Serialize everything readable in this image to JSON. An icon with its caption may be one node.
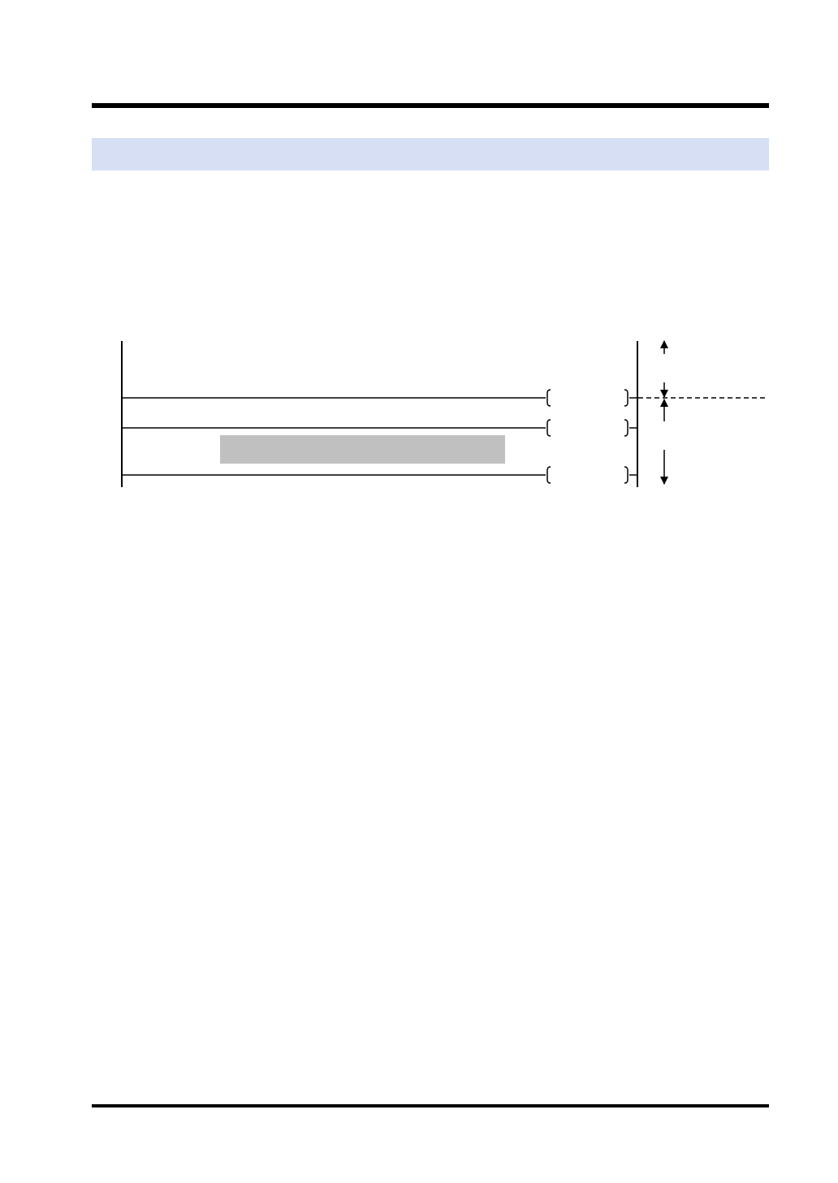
{
  "diagram": {
    "nodes": [
      {
        "text": [],
        "shape": "band"
      },
      {
        "text": [],
        "shape": "bar"
      },
      {
        "text": [],
        "shape": "bar"
      },
      {
        "text": [],
        "shape": "coil"
      },
      {
        "text": [],
        "shape": "coil"
      },
      {
        "text": [],
        "shape": "bar"
      },
      {
        "text": [],
        "shape": "coil"
      }
    ],
    "edges": [
      {
        "from": 1,
        "to": 3,
        "arrow": "none"
      },
      {
        "from": 3,
        "to": 2,
        "arrow": "none"
      },
      {
        "from": 1,
        "to": 4,
        "arrow": "none"
      },
      {
        "from": 4,
        "to": 2,
        "arrow": "none"
      },
      {
        "from": 1,
        "to": 6,
        "arrow": "none"
      },
      {
        "from": 6,
        "to": 2,
        "arrow": "none"
      }
    ]
  }
}
